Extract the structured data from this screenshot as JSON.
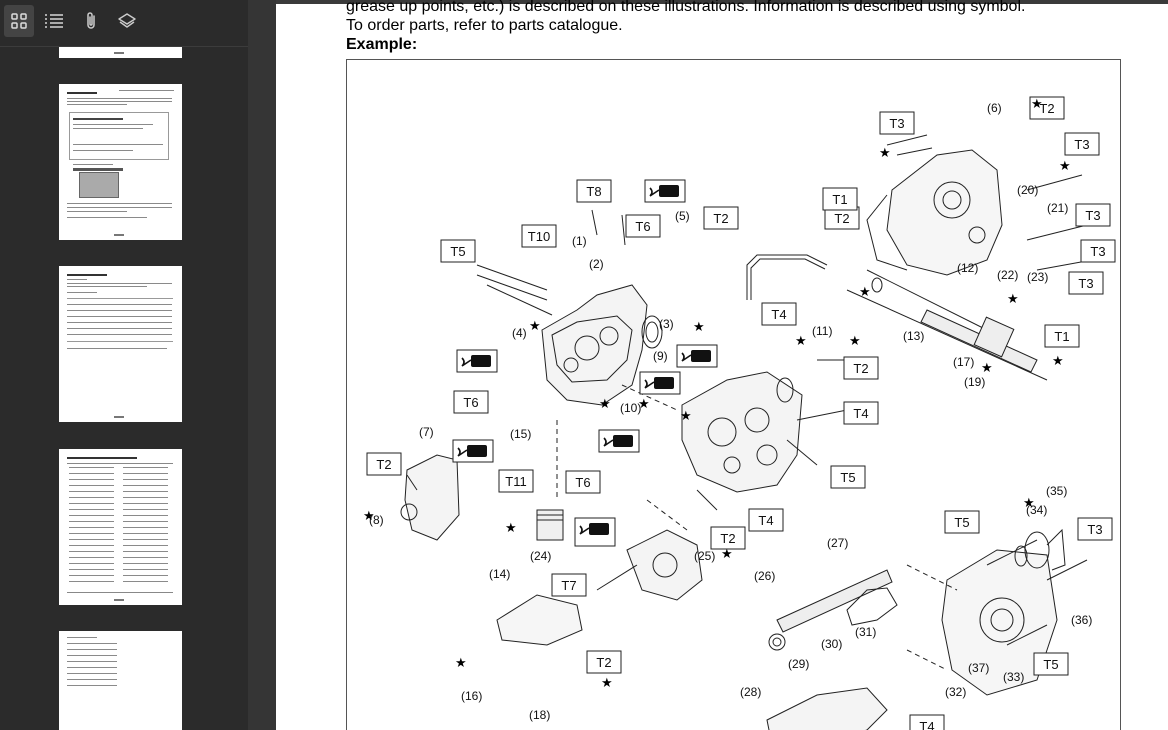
{
  "toolbar": {
    "buttons": [
      {
        "name": "thumbnails",
        "icon": "grid-icon"
      },
      {
        "name": "outline",
        "icon": "list-icon"
      },
      {
        "name": "attachments",
        "icon": "paperclip-icon"
      },
      {
        "name": "layers",
        "icon": "layers-icon"
      }
    ]
  },
  "document": {
    "line1": "grease up points, etc.) is described on these illustrations. Information is described using symbol.",
    "line2": "To order parts, refer to parts catalogue.",
    "example_label": "Example:"
  },
  "figure_labels": {
    "t_boxes": [
      "T5",
      "T10",
      "T8",
      "T6",
      "T2",
      "T2",
      "T1",
      "T3",
      "T2",
      "T3",
      "T3",
      "T3",
      "T3",
      "T4",
      "T2",
      "T4",
      "T6",
      "T2",
      "T11",
      "T6",
      "T5",
      "T2",
      "T4",
      "T7",
      "T2",
      "T5",
      "T3",
      "T5",
      "T4",
      "T1"
    ],
    "part_refs": [
      "(1)",
      "(2)",
      "(3)",
      "(4)",
      "(5)",
      "(6)",
      "(7)",
      "(8)",
      "(9)",
      "(10)",
      "(11)",
      "(12)",
      "(13)",
      "(14)",
      "(15)",
      "(16)",
      "(17)",
      "(18)",
      "(19)",
      "(20)",
      "(21)",
      "(22)",
      "(23)",
      "(24)",
      "(25)",
      "(26)",
      "(27)",
      "(28)",
      "(29)",
      "(30)",
      "(31)",
      "(32)",
      "(33)",
      "(34)",
      "(35)",
      "(36)",
      "(37)"
    ]
  }
}
